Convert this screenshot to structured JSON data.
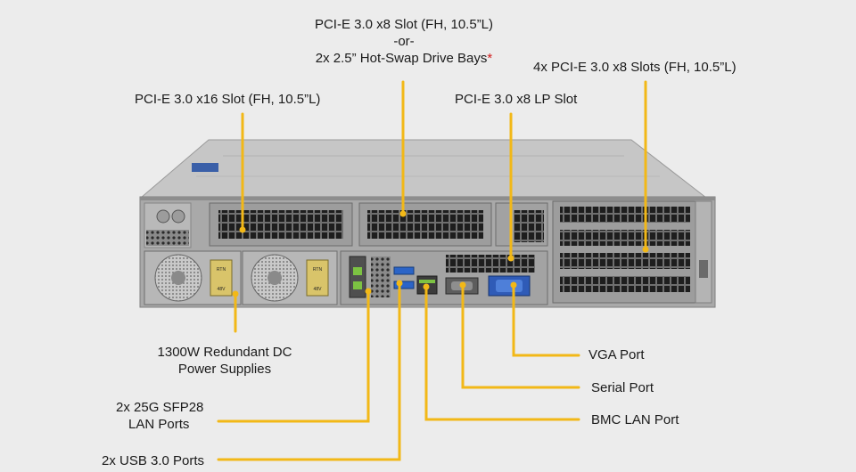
{
  "callout_color": "#f2b817",
  "labels": {
    "pcie_x8_fh": {
      "line1": "PCI-E 3.0 x8 Slot (FH, 10.5”L)",
      "line2": "-or-",
      "line3": "2x 2.5” Hot-Swap Drive Bays",
      "asterisk": "*"
    },
    "pcie_4x": "4x PCI-E 3.0 x8 Slots (FH, 10.5”L)",
    "pcie_x16": "PCI-E 3.0 x16 Slot (FH, 10.5”L)",
    "pcie_lp": "PCI-E 3.0 x8 LP Slot",
    "psu": {
      "line1": "1300W Redundant DC",
      "line2": "Power Supplies"
    },
    "sfp": {
      "line1": "2x 25G SFP28",
      "line2": "LAN Ports"
    },
    "usb": "2x USB 3.0 Ports",
    "vga": "VGA Port",
    "serial": "Serial Port",
    "bmc": "BMC LAN Port"
  },
  "chassis_markings": {
    "psu_rtn": "RTN",
    "psu_48v": "48V"
  }
}
